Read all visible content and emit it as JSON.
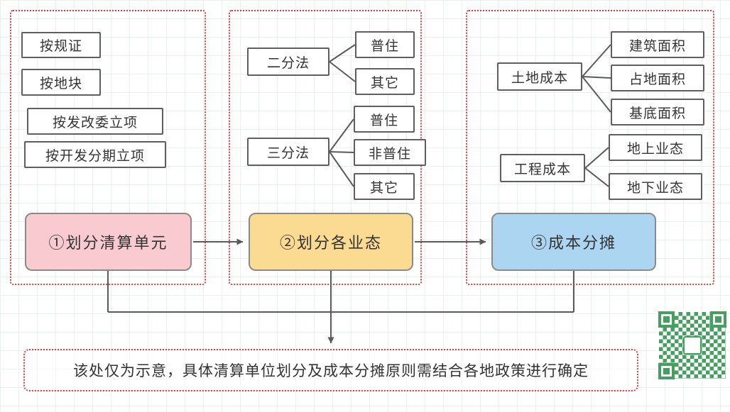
{
  "colors": {
    "panel_border": "#e23b3b",
    "node_border": "#5f5f5f",
    "connector": "#5a5a5a",
    "step1_result_fill": "#f9cbd1",
    "step2_result_fill": "#fbda92",
    "step3_result_fill": "#abd5f0",
    "qr_green": "#43a05f"
  },
  "step1": {
    "items": [
      "按规证",
      "按地块",
      "按发改委立项",
      "按开发分期立项"
    ],
    "result": "①划分清算单元"
  },
  "step2": {
    "groups": [
      {
        "label": "二分法",
        "children": [
          "普住",
          "其它"
        ]
      },
      {
        "label": "三分法",
        "children": [
          "普住",
          "非普住",
          "其它"
        ]
      }
    ],
    "result": "②划分各业态"
  },
  "step3": {
    "groups": [
      {
        "label": "土地成本",
        "children": [
          "建筑面积",
          "占地面积",
          "基底面积"
        ]
      },
      {
        "label": "工程成本",
        "children": [
          "地上业态",
          "地下业态"
        ]
      }
    ],
    "result": "③成本分摊"
  },
  "footer": {
    "note": "该处仅为示意，具体清算单位划分及成本分摊原则需结合各地政策进行确定"
  },
  "icons": {
    "qr_code": "qr-code"
  }
}
